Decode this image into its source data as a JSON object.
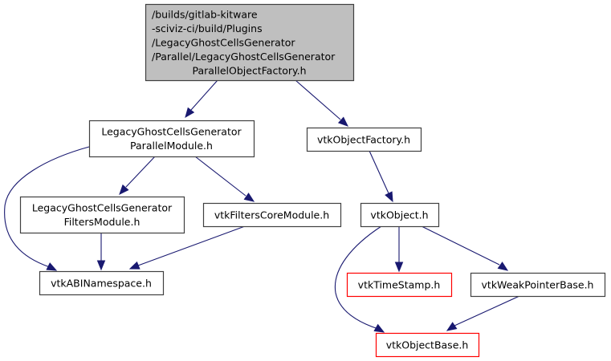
{
  "colors": {
    "edge": "#191970",
    "root_fill": "#bfbfbf",
    "node_border": "#404040",
    "missing_border": "#ff0000",
    "node_fill": "#ffffff"
  },
  "nodes": [
    {
      "id": "root",
      "lines": [
        "/builds/gitlab-kitware",
        "-sciviz-ci/build/Plugins",
        "/LegacyGhostCellsGenerator",
        "/Parallel/LegacyGhostCellsGenerator",
        "ParallelObjectFactory.h"
      ],
      "style": "root"
    },
    {
      "id": "parallel_module",
      "lines": [
        "LegacyGhostCellsGenerator",
        "ParallelModule.h"
      ],
      "style": "normal"
    },
    {
      "id": "object_factory",
      "lines": [
        "vtkObjectFactory.h"
      ],
      "style": "normal"
    },
    {
      "id": "filters_module",
      "lines": [
        "LegacyGhostCellsGenerator",
        "FiltersModule.h"
      ],
      "style": "normal"
    },
    {
      "id": "filters_core_module",
      "lines": [
        "vtkFiltersCoreModule.h"
      ],
      "style": "normal"
    },
    {
      "id": "vtk_object",
      "lines": [
        "vtkObject.h"
      ],
      "style": "normal"
    },
    {
      "id": "abi_namespace",
      "lines": [
        "vtkABINamespace.h"
      ],
      "style": "normal"
    },
    {
      "id": "time_stamp",
      "lines": [
        "vtkTimeStamp.h"
      ],
      "style": "missing"
    },
    {
      "id": "weak_pointer_base",
      "lines": [
        "vtkWeakPointerBase.h"
      ],
      "style": "normal"
    },
    {
      "id": "object_base",
      "lines": [
        "vtkObjectBase.h"
      ],
      "style": "missing"
    }
  ],
  "edges": [
    {
      "from": "root",
      "to": "parallel_module"
    },
    {
      "from": "root",
      "to": "object_factory"
    },
    {
      "from": "parallel_module",
      "to": "filters_module"
    },
    {
      "from": "parallel_module",
      "to": "filters_core_module"
    },
    {
      "from": "parallel_module",
      "to": "abi_namespace"
    },
    {
      "from": "filters_module",
      "to": "abi_namespace"
    },
    {
      "from": "filters_core_module",
      "to": "abi_namespace"
    },
    {
      "from": "object_factory",
      "to": "vtk_object"
    },
    {
      "from": "vtk_object",
      "to": "time_stamp"
    },
    {
      "from": "vtk_object",
      "to": "weak_pointer_base"
    },
    {
      "from": "vtk_object",
      "to": "object_base"
    },
    {
      "from": "weak_pointer_base",
      "to": "object_base"
    }
  ]
}
